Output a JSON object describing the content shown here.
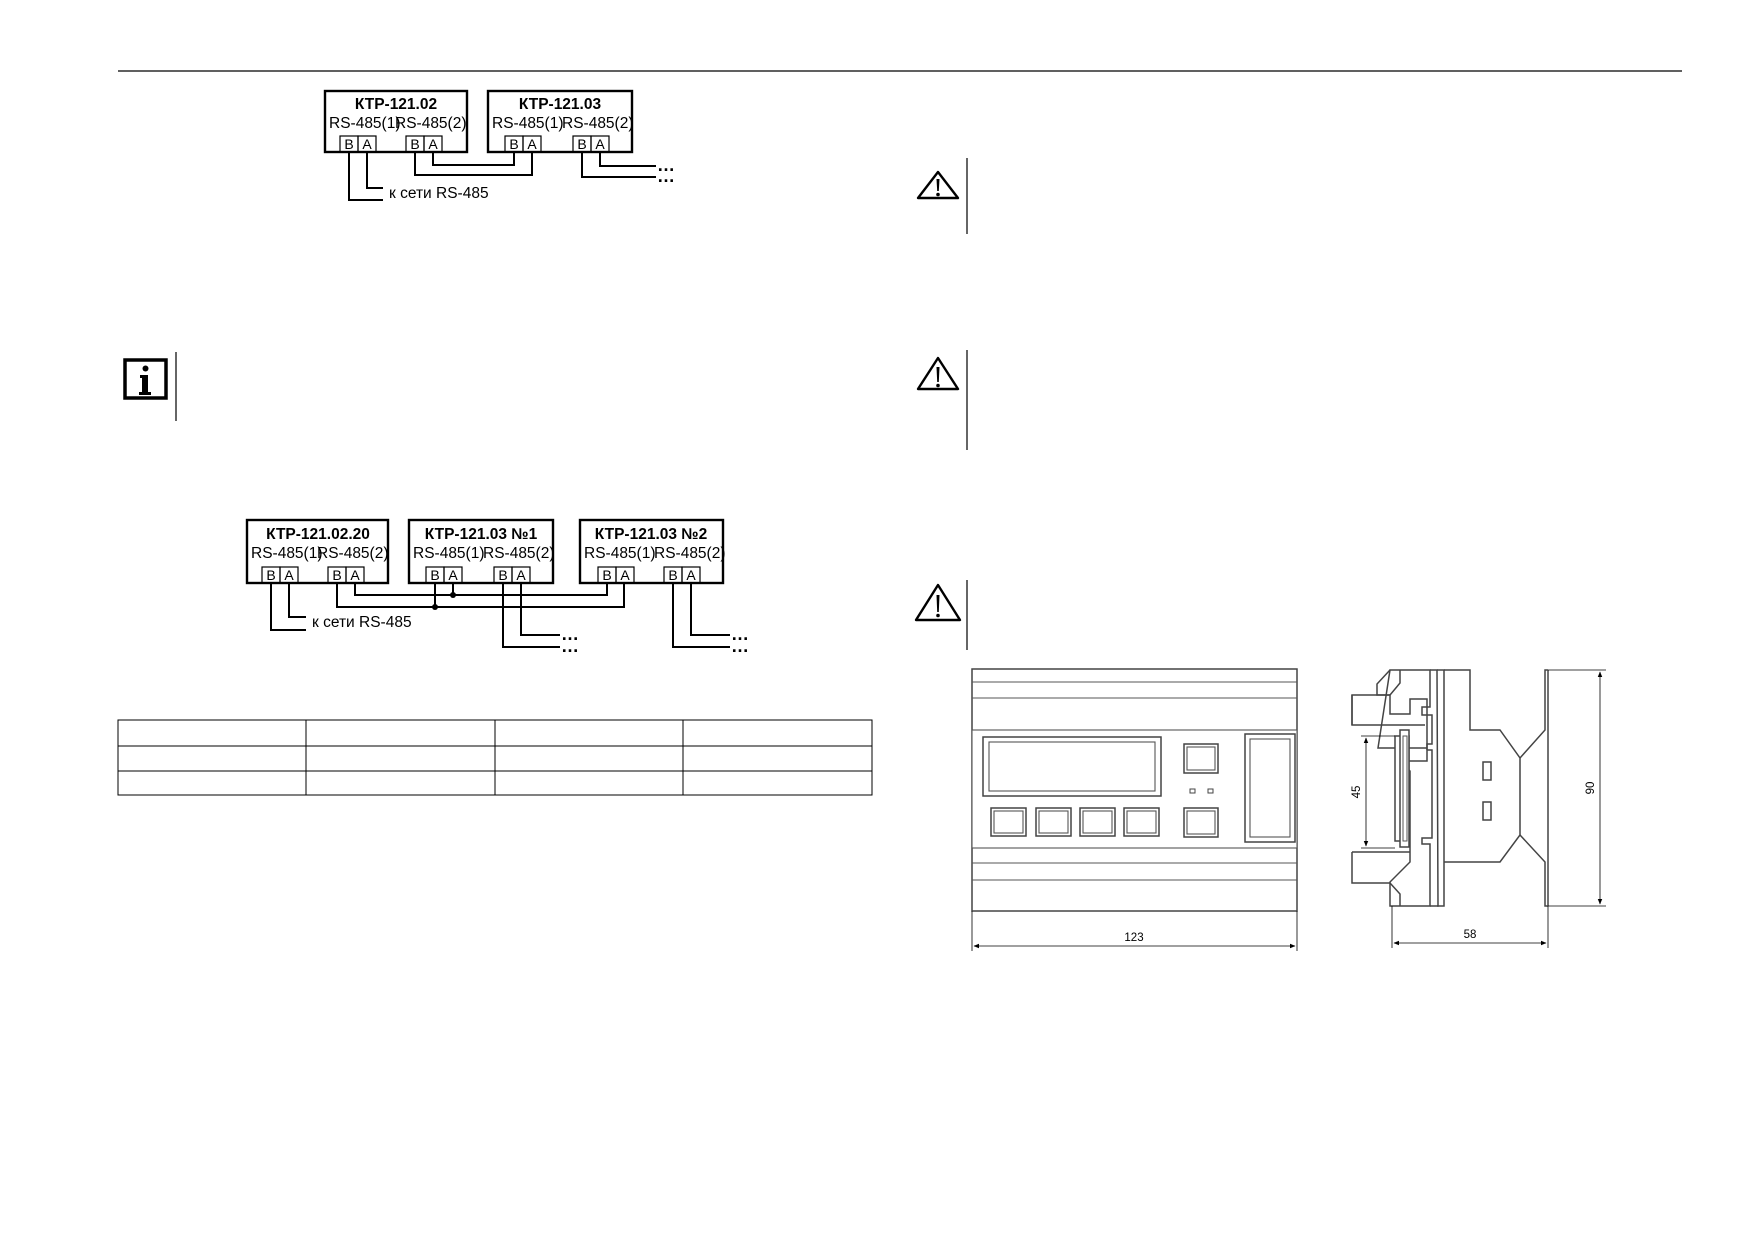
{
  "diagram1": {
    "devices": [
      {
        "title": "КТР-121.02",
        "port1": "RS-485(1)",
        "port2": "RS-485(2)",
        "pin_b": "B",
        "pin_a": "A"
      },
      {
        "title": "КТР-121.03",
        "port1": "RS-485(1)",
        "port2": "RS-485(2)",
        "pin_b": "B",
        "pin_a": "A"
      }
    ],
    "network_label": "к сети RS-485",
    "continuation": "…"
  },
  "diagram2": {
    "devices": [
      {
        "title": "КТР-121.02.20",
        "port1": "RS-485(1)",
        "port2": "RS-485(2)",
        "pin_b": "B",
        "pin_a": "A"
      },
      {
        "title": "КТР-121.03 №1",
        "port1": "RS-485(1)",
        "port2": "RS-485(2)",
        "pin_b": "B",
        "pin_a": "A"
      },
      {
        "title": "КТР-121.03 №2",
        "port1": "RS-485(1)",
        "port2": "RS-485(2)",
        "pin_b": "B",
        "pin_a": "A"
      }
    ],
    "network_label": "к сети RS-485",
    "continuation": "…"
  },
  "icons": {
    "info": "info-icon",
    "warnings": [
      "warning-icon",
      "warning-icon",
      "warning-icon"
    ]
  },
  "table": {
    "rows": [
      [
        "",
        "",
        "",
        ""
      ],
      [
        "",
        "",
        "",
        ""
      ],
      [
        "",
        "",
        "",
        ""
      ]
    ]
  },
  "dimensions": {
    "front_width": "123",
    "side_depth": "58",
    "side_height_total": "90",
    "side_height_rail": "45"
  }
}
